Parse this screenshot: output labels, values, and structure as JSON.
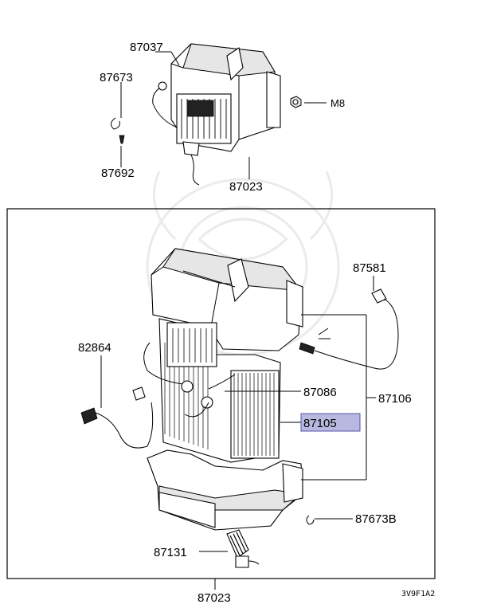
{
  "parts": {
    "top_87037": "87037",
    "top_87673": "87673",
    "top_87692": "87692",
    "top_87023": "87023",
    "top_m8": "M8",
    "p87581": "87581",
    "p82864": "82864",
    "p87086": "87086",
    "p87106": "87106",
    "p87105": "87105",
    "p87673b": "87673B",
    "p87131": "87131",
    "bottom_87023": "87023"
  },
  "diagram_code": "3V9F1A2",
  "colors": {
    "highlight_fill": "#b8b8e0",
    "highlight_border": "#5555a8",
    "line": "#000000"
  }
}
